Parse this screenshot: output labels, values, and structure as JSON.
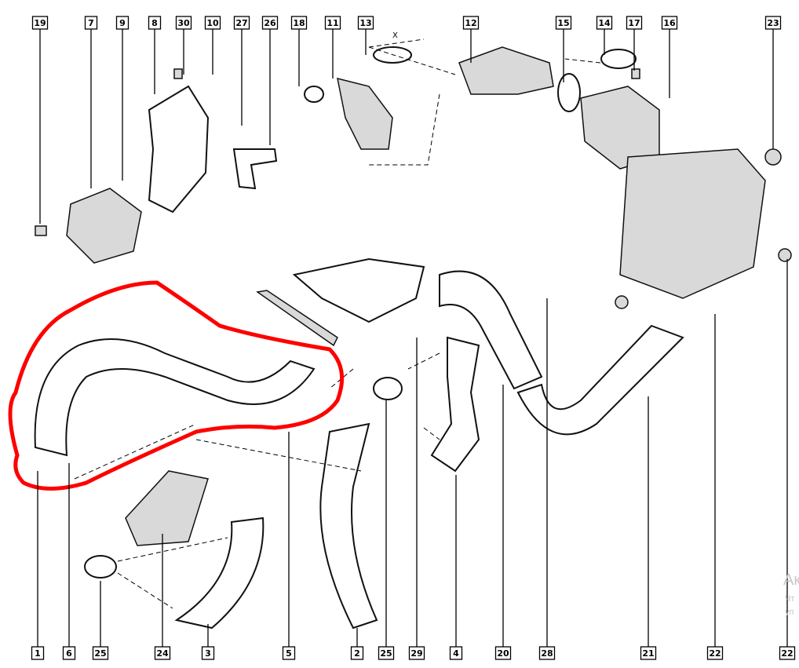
{
  "diagram": {
    "top_labels": [
      "19",
      "7",
      "9",
      "8",
      "30",
      "10",
      "27",
      "26",
      "18",
      "11",
      "13",
      "12",
      "15",
      "14",
      "17",
      "16",
      "23"
    ],
    "bottom_labels": [
      "1",
      "6",
      "25",
      "24",
      "3",
      "5",
      "2",
      "25",
      "29",
      "4",
      "20",
      "28",
      "21",
      "22",
      "22"
    ],
    "dimension_mark": "X",
    "highlight_color": "#ff0000"
  },
  "watermark": {
    "line1": "Ак",
    "line2": "Чт",
    "line3": "уп"
  }
}
